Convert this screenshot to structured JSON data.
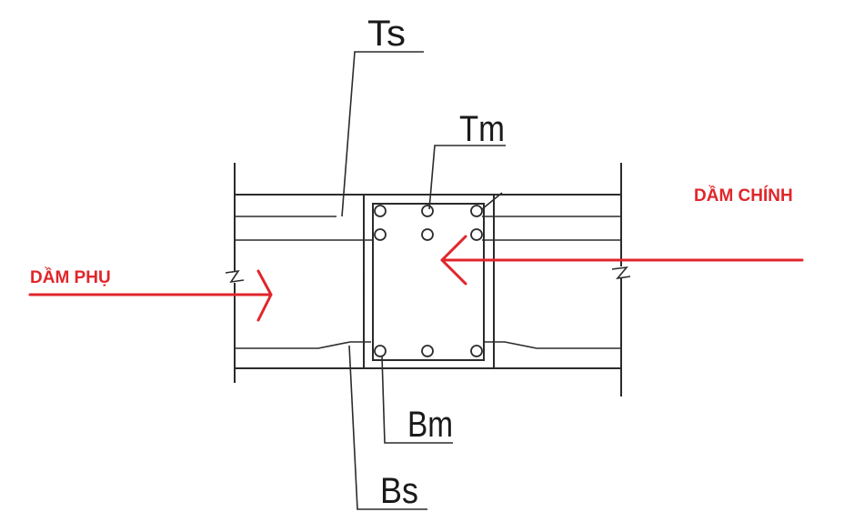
{
  "labels": {
    "ts": "Ts",
    "tm": "Tm",
    "bm": "Bm",
    "bs": "Bs",
    "main_beam": "DẦM CHÍNH",
    "secondary_beam": "DẦM PHỤ"
  },
  "colors": {
    "annotation_red": "#e0262b",
    "line": "#2b2b2b",
    "background": "#ffffff"
  }
}
